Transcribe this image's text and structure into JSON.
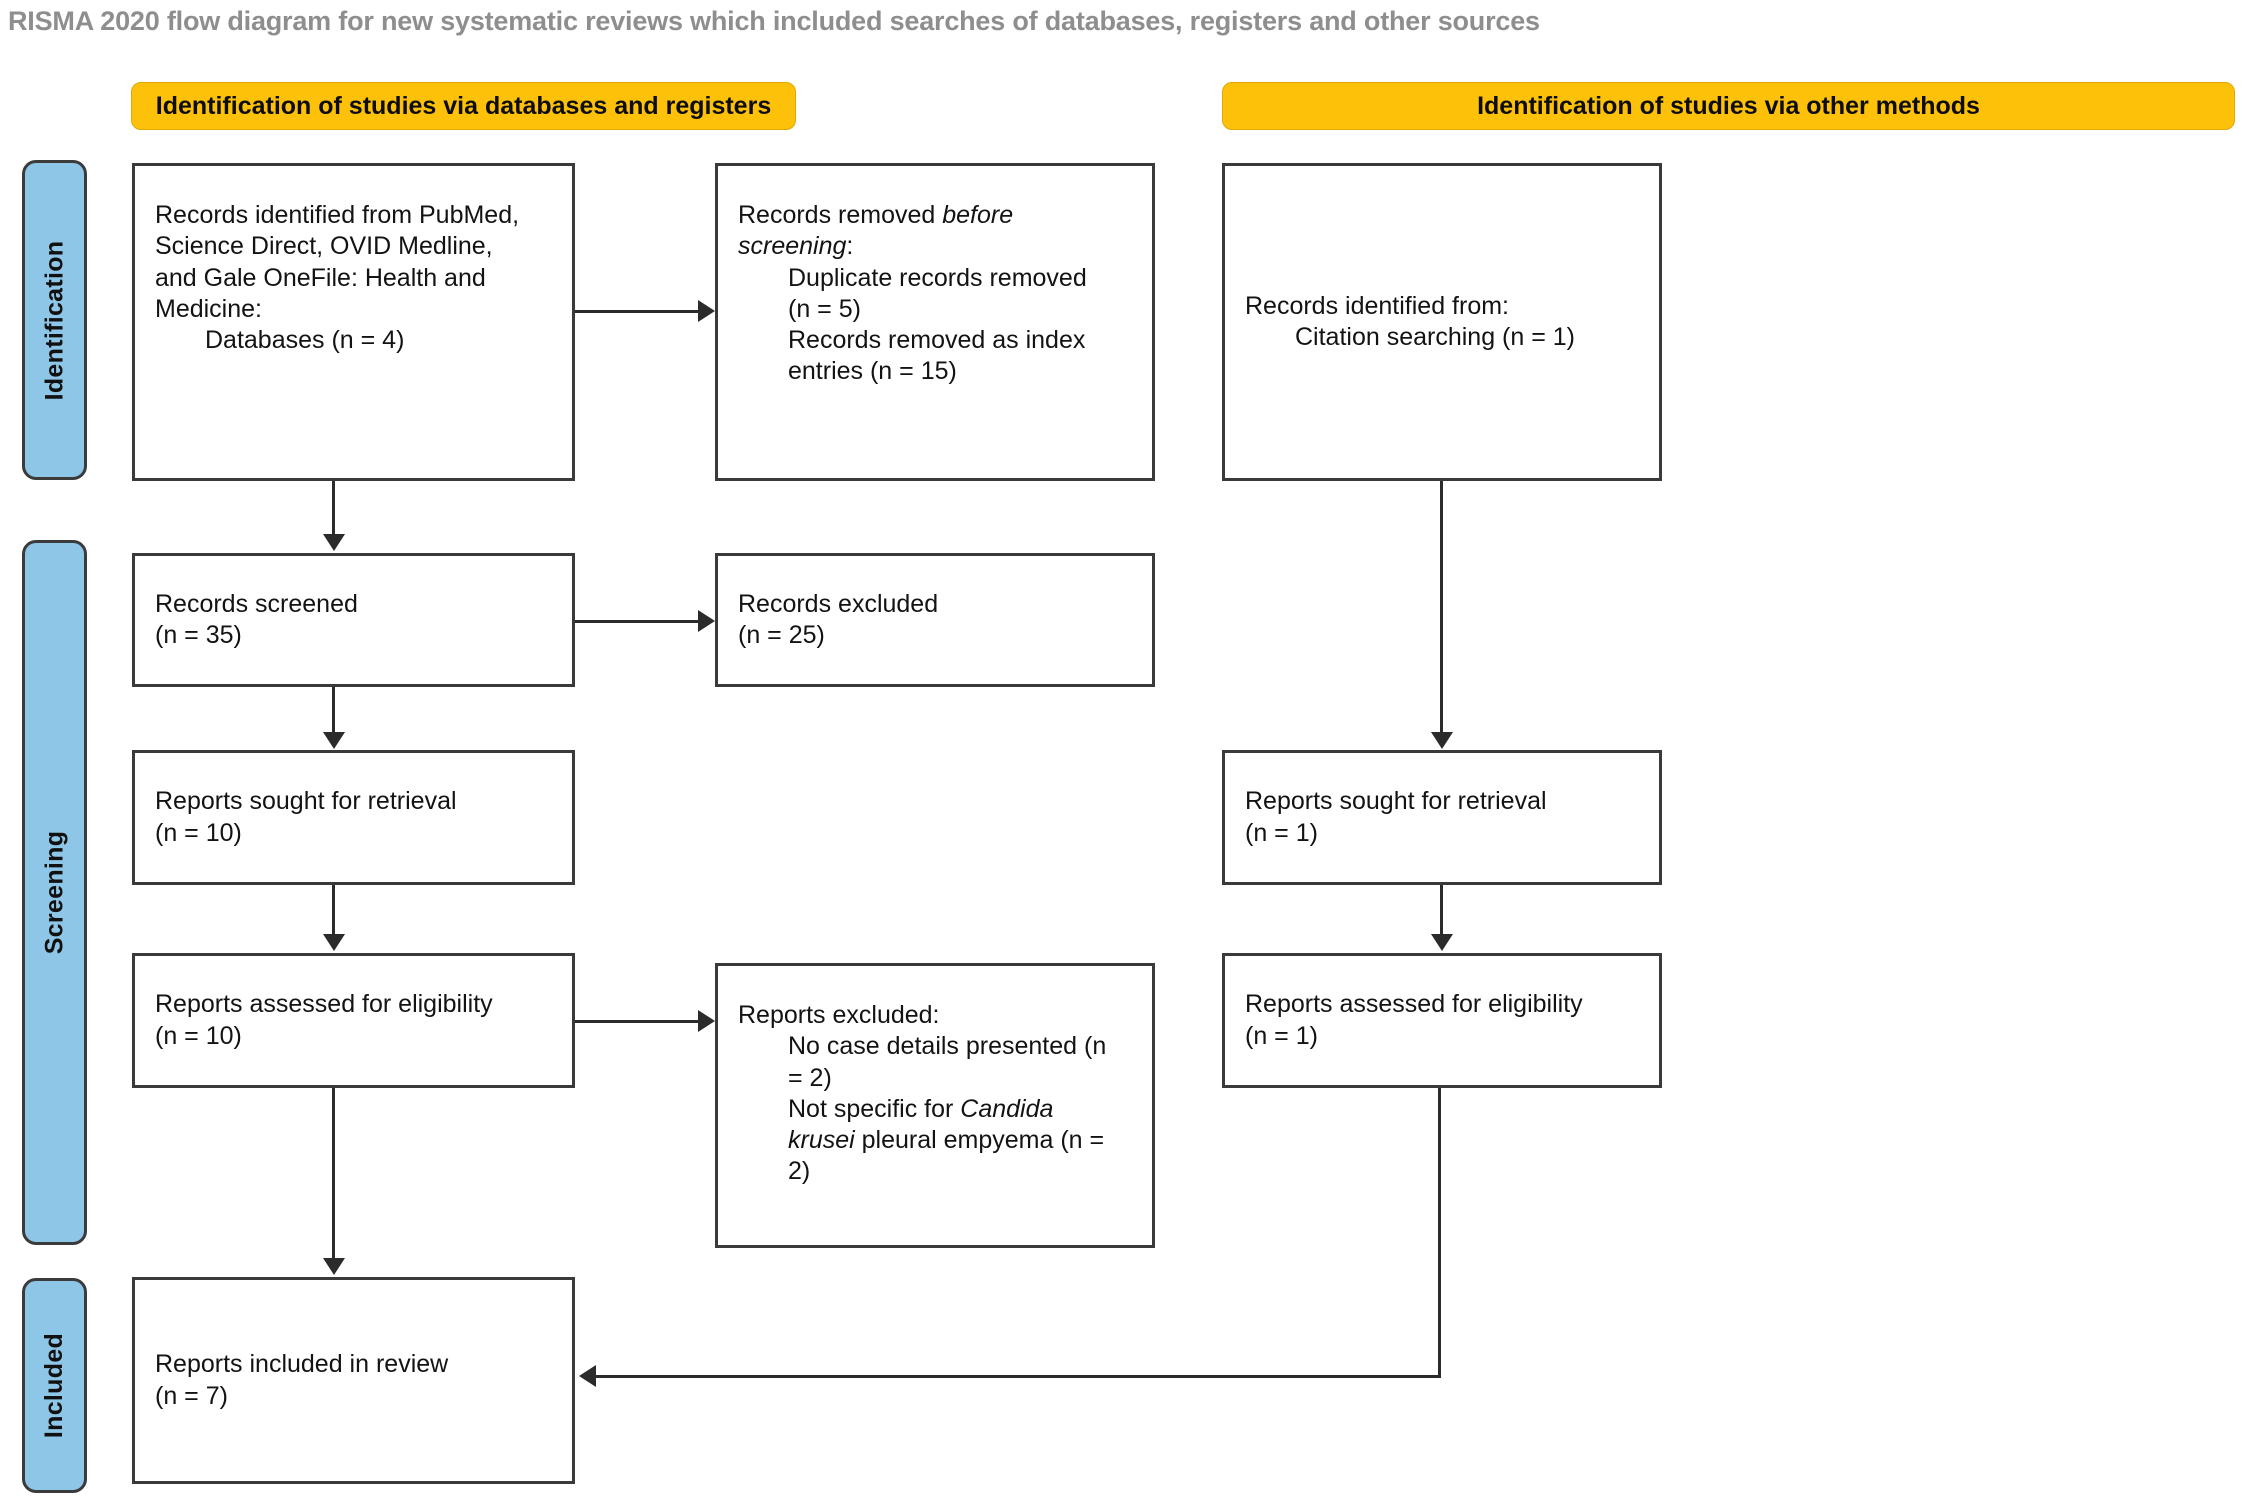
{
  "title": "RISMA 2020 flow diagram for new systematic reviews which included searches of databases, registers and other sources",
  "colors": {
    "banner_fill": "#fdc10a",
    "stage_fill": "#8ec6e8",
    "box_border": "#3a3a3a",
    "title_text": "#8e8e8e"
  },
  "banners": [
    {
      "id": "databases-registers",
      "label": "Identification of studies via databases and registers"
    },
    {
      "id": "other-methods",
      "label": "Identification of studies via other methods"
    }
  ],
  "stages": [
    {
      "id": "identification",
      "label": "Identification"
    },
    {
      "id": "screening",
      "label": "Screening"
    },
    {
      "id": "included",
      "label": "Included"
    }
  ],
  "boxes": {
    "records_identified": {
      "line1": "Records identified from PubMed,",
      "line2": "Science Direct, OVID Medline,",
      "line3": "and Gale OneFile: Health and",
      "line4": "Medicine:",
      "line5": "Databases (n = 4)"
    },
    "records_removed": {
      "heading_prefix": "Records removed ",
      "heading_italic": "before",
      "heading_italic2": "screening",
      "heading_suffix": ":",
      "item1_line1": "Duplicate records removed",
      "item1_line2": "(n = 5)",
      "item2_line1": "Records removed as index",
      "item2_line2": "entries (n = 15)"
    },
    "records_screened": {
      "line1": "Records screened",
      "line2": "(n = 35)"
    },
    "records_excluded": {
      "line1": "Records excluded",
      "line2": "(n = 25)"
    },
    "reports_sought_left": {
      "line1": "Reports sought for retrieval",
      "line2": "(n = 10)"
    },
    "reports_assessed_left": {
      "line1": "Reports assessed for eligibility",
      "line2": "(n = 10)"
    },
    "reports_excluded": {
      "heading": "Reports excluded:",
      "item1_line1": "No case details presented (n",
      "item1_line2": "= 2)",
      "item2_prefix": "Not specific for ",
      "item2_italic1": "Candida",
      "item2_italic2": "krusei",
      "item2_suffix": " pleural empyema (n =",
      "item2_line3": "2)"
    },
    "reports_included": {
      "line1": "Reports included in review",
      "line2": "(n = 7)"
    },
    "records_identified_other": {
      "line1": "Records identified from:",
      "line2": "Citation searching (n = 1)"
    },
    "reports_sought_right": {
      "line1": "Reports sought for retrieval",
      "line2": "(n = 1)"
    },
    "reports_assessed_right": {
      "line1": "Reports assessed for eligibility",
      "line2": "(n = 1)"
    }
  }
}
